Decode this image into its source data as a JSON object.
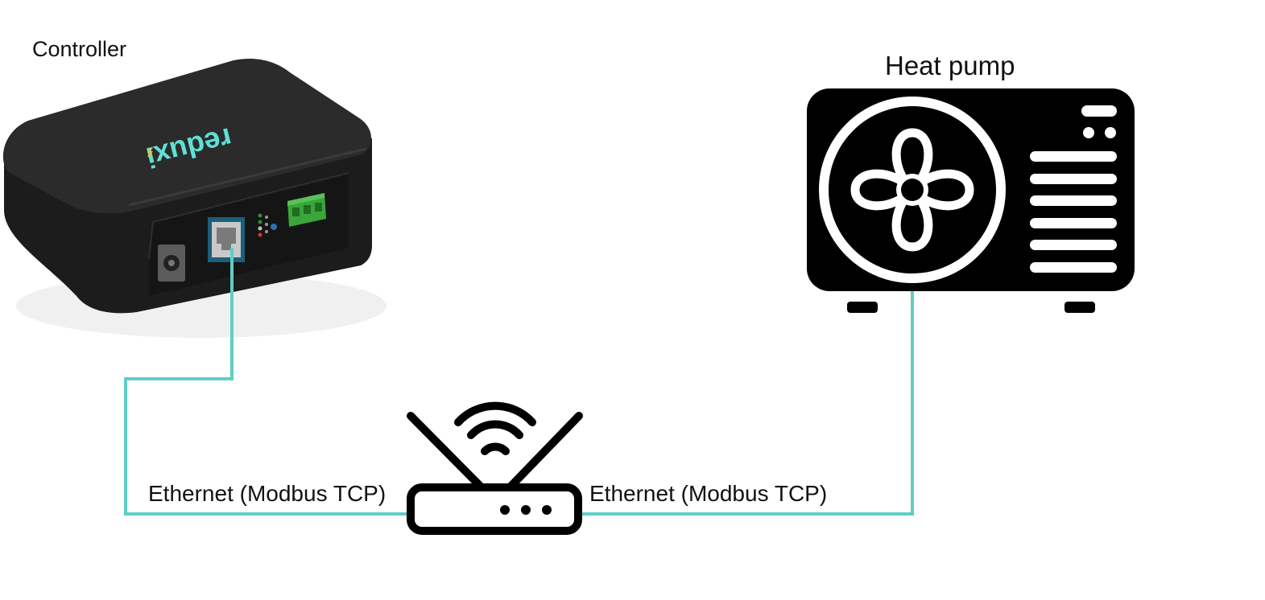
{
  "labels": {
    "controller": "Controller",
    "heat_pump": "Heat pump",
    "link_left": "Ethernet (Modbus TCP)",
    "link_right": "Ethernet (Modbus TCP)"
  },
  "controller_device": {
    "brand_text": "reduxi",
    "brand_color": "#5fe0d6",
    "body_color": "#1f1f1f",
    "terminal_color": "#3aa53a"
  },
  "colors": {
    "cable": "#5ecfc6",
    "icon": "#000000",
    "text": "#111111"
  },
  "icons": {
    "router": "wifi-router-icon",
    "heat_pump": "heat-pump-icon"
  }
}
